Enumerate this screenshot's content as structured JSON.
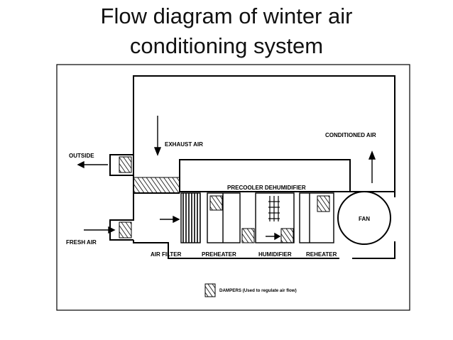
{
  "title": {
    "line1": "Flow diagram of winter air",
    "line2": "conditioning system"
  },
  "diagram": {
    "labels": {
      "outside": "OUTSIDE",
      "exhaust_air": "EXHAUST AIR",
      "conditioned_air": "CONDITIONED AIR",
      "precooler": "PRECOOLER DEHUMIDIFIER",
      "fresh_air": "FRESH AIR",
      "fan": "FAN",
      "air_filter": "AIR FILTER",
      "preheater": "PREHEATER",
      "humidifier": "HUMIDIFIER",
      "reheater": "REHEATER",
      "dampers_legend": "DAMPERS (Used to regulate air flow)"
    }
  }
}
